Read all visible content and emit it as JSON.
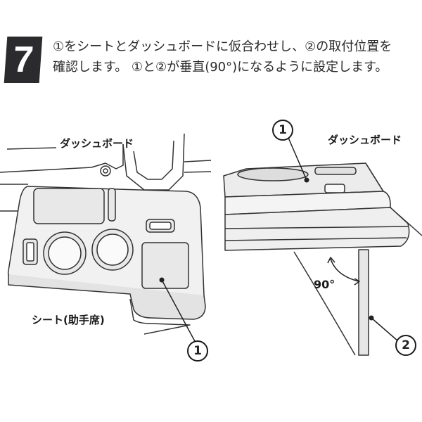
{
  "step": {
    "number": "7"
  },
  "instruction": {
    "line1": "①をシートとダッシュボードに仮合わせし、②の取付位置を",
    "line2": "確認します。 ①と②が垂直(90°)になるように設定します。"
  },
  "left_figure": {
    "dashboard_label": "ダッシュボード",
    "seat_label": "シート(助手席)",
    "part1_callout": "1"
  },
  "right_figure": {
    "dashboard_label": "ダッシュボード",
    "angle_label": "90°",
    "part1_callout": "1",
    "part2_callout": "2"
  }
}
